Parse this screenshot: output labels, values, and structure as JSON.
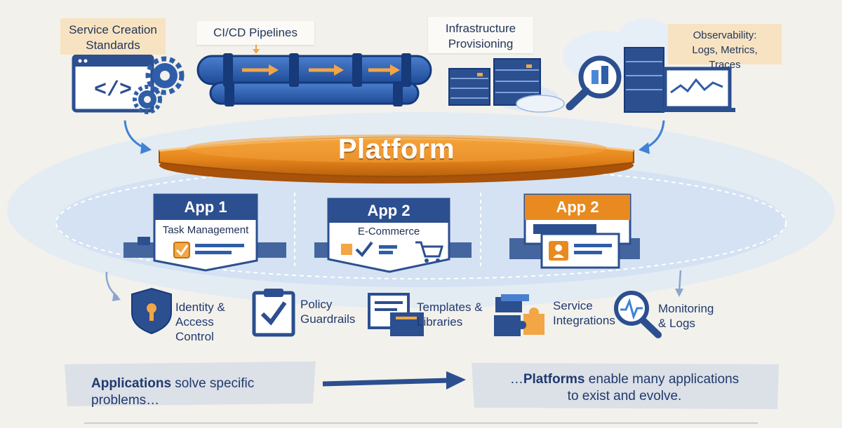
{
  "top_items": {
    "service_creation": "Service Creation\nStandards",
    "cicd": "CI/CD Pipelines",
    "infra": "Infrastructure\nProvisioning",
    "observability": "Observability:\nLogs, Metrics, Traces"
  },
  "platform": {
    "label": "Platform"
  },
  "apps": [
    {
      "title": "App 1",
      "subtitle": "Task Management"
    },
    {
      "title": "App 2",
      "subtitle": "E-Commerce"
    },
    {
      "title": "App 2",
      "subtitle": ""
    }
  ],
  "capabilities": [
    {
      "label": "Identity &\nAccess Control",
      "icon": "shield-keyhole-icon"
    },
    {
      "label": "Policy\nGuardrails",
      "icon": "clipboard-check-icon"
    },
    {
      "label": "Templates &\nLibraries",
      "icon": "document-stack-icon"
    },
    {
      "label": "Service\nIntegrations",
      "icon": "puzzle-icon"
    },
    {
      "label": "Monitoring\n& Logs",
      "icon": "magnifier-pulse-icon"
    }
  ],
  "footer": {
    "left_strong": "Applications",
    "left_rest": " solve specific problems…",
    "right_prefix": "…",
    "right_strong": "Platforms",
    "right_rest": " enable many applications",
    "right_line2": "to exist and evolve."
  },
  "colors": {
    "navy": "#1f3a6e",
    "blue": "#2f5ea8",
    "light_blue": "#cfe0f3",
    "orange": "#e88a1f",
    "peach": "#f7e3c2"
  }
}
